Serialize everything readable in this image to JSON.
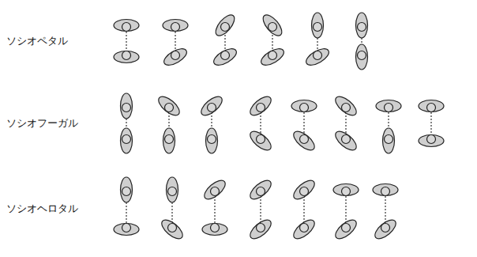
{
  "diagram": {
    "labels": [
      "ソシオペタル",
      "ソシオフーガル",
      "ソシオヘロタル"
    ]
  }
}
